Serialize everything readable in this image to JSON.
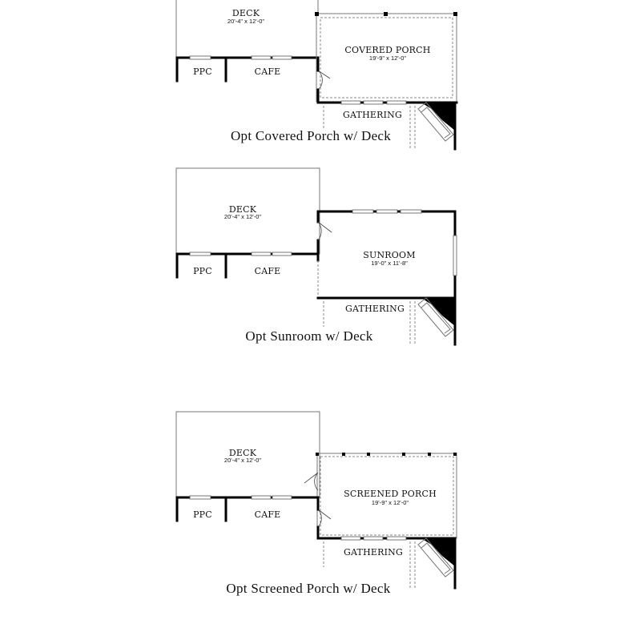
{
  "plans": [
    {
      "caption": "Opt Covered Porch w/ Deck",
      "deck": {
        "name": "DECK",
        "dim": "20'-4\" x 12'-0\""
      },
      "ppc": "PPC",
      "cafe": "CAFE",
      "room": {
        "name": "COVERED PORCH",
        "dim": "19'-9\" x 12'-0\""
      },
      "gathering": "GATHERING"
    },
    {
      "caption": "Opt Sunroom w/ Deck",
      "deck": {
        "name": "DECK",
        "dim": "20'-4\" x 12'-0\""
      },
      "ppc": "PPC",
      "cafe": "CAFE",
      "room": {
        "name": "SUNROOM",
        "dim": "19'-0\" x 11'-8\""
      },
      "gathering": "GATHERING"
    },
    {
      "caption": "Opt Screened Porch w/ Deck",
      "deck": {
        "name": "DECK",
        "dim": "20'-4\" x 12'-0\""
      },
      "ppc": "PPC",
      "cafe": "CAFE",
      "room": {
        "name": "SCREENED PORCH",
        "dim": "19'-9\" x 12'-0\""
      },
      "gathering": "GATHERING"
    }
  ]
}
